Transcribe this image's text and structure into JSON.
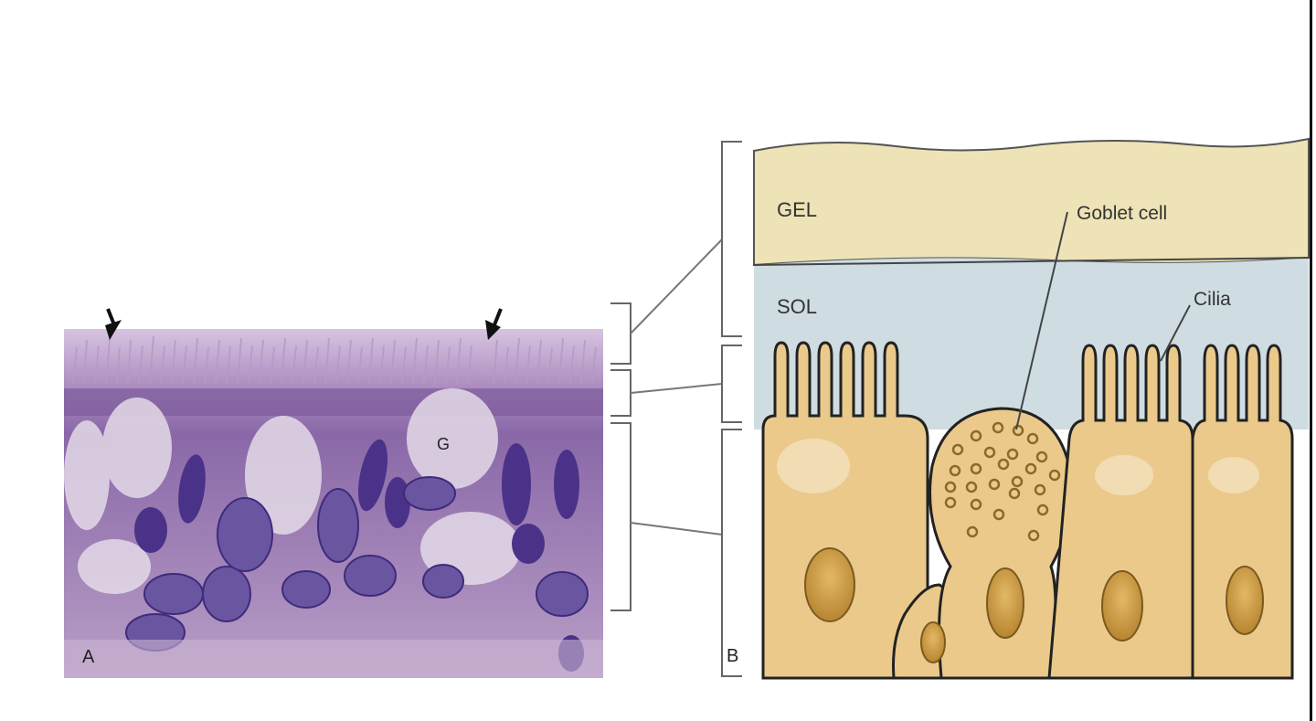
{
  "panel_a": {
    "letter": "A",
    "goblet_marker": "G",
    "arrows": [
      "arrow-left",
      "arrow-right"
    ]
  },
  "panel_b": {
    "letter": "B",
    "layers": {
      "gel": "GEL",
      "sol": "SOL"
    },
    "callouts": {
      "goblet": "Goblet cell",
      "cilia": "Cilia"
    }
  },
  "colors": {
    "gel": "#ede3b6",
    "sol": "#cfdde2",
    "cell_fill": "#ebc98a",
    "nucleus": "#c8973f",
    "histology_bg": "#a98ab8",
    "histology_nucleus": "#4a3288",
    "bracket": "#666666"
  }
}
